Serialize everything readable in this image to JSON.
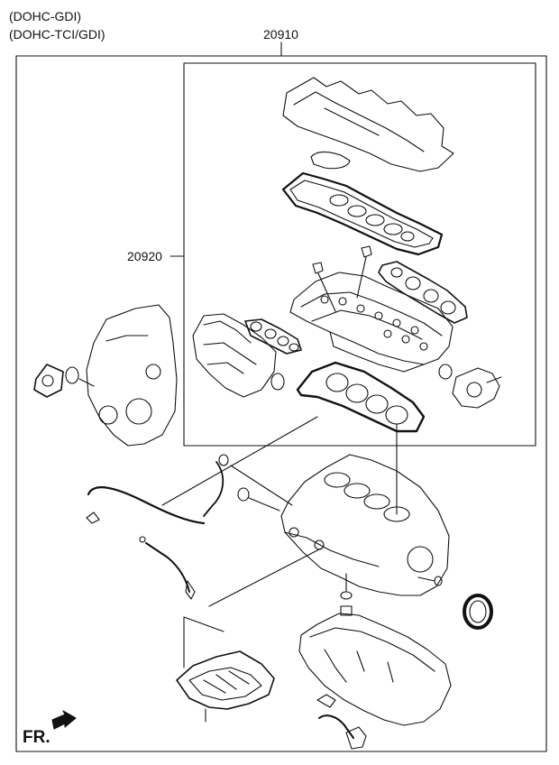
{
  "header": {
    "engine_line_1": "(DOHC-GDI)",
    "engine_line_2": "(DOHC-TCI/GDI)"
  },
  "callouts": {
    "overhaul_kit": "20910",
    "head_gasket_kit": "20920"
  },
  "orientation": {
    "label": "FR."
  }
}
